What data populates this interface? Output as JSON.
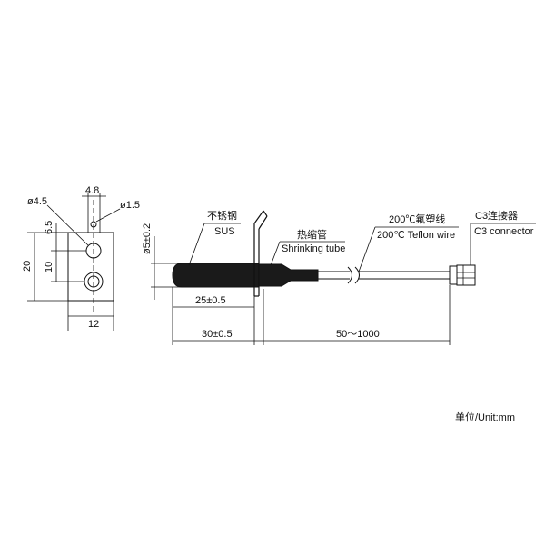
{
  "bracket": {
    "dim_hole_dia": "ø4.5",
    "dim_width_top": "4.8",
    "dim_small_hole": "ø1.5",
    "dim_offset": "6.5",
    "dim_height": "20",
    "dim_hole_spacing": "10",
    "dim_width": "12"
  },
  "probe": {
    "dim_diameter": "ø5±0.2",
    "dim_probe_len": "25±0.5",
    "dim_total_len": "30±0.5",
    "dim_wire_len": "50～1000"
  },
  "labels": {
    "sus_cn": "不锈钢",
    "sus_en": "SUS",
    "shrink_cn": "热缩管",
    "shrink_en": "Shrinking tube",
    "wire_cn": "200℃氟塑线",
    "wire_en": "200℃ Teflon wire",
    "conn_cn": "C3连接器",
    "conn_en": "C3 connector"
  },
  "unit_note": "单位/Unit:mm"
}
